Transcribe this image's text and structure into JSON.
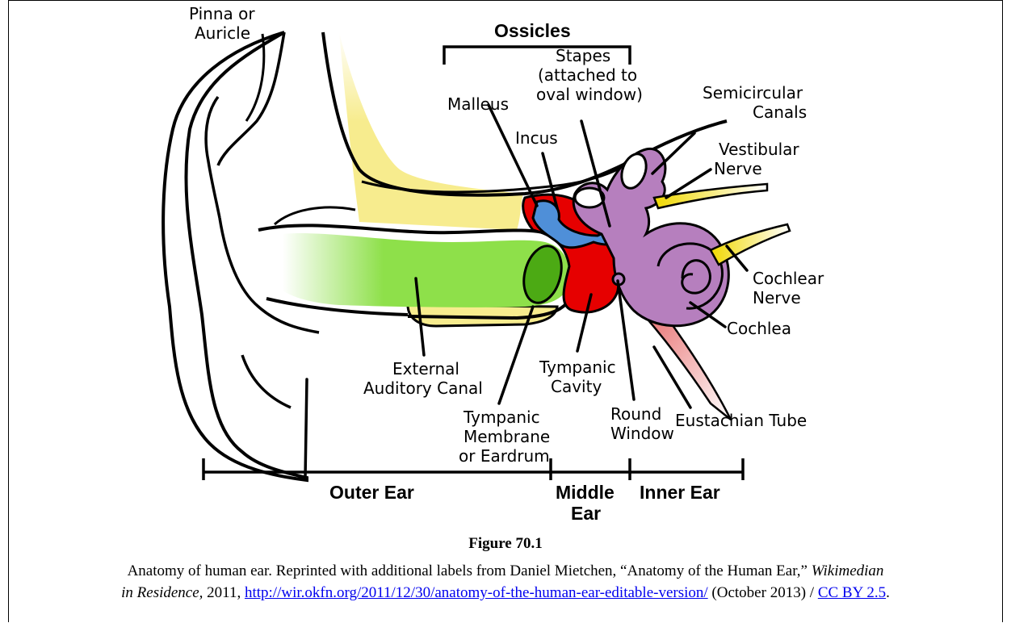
{
  "diagram": {
    "labels": {
      "pinna": [
        "Pinna or",
        "Auricle"
      ],
      "ossicles": "Ossicles",
      "stapes": [
        "Stapes",
        "(attached to",
        "oval window)"
      ],
      "malleus": "Malleus",
      "incus": "Incus",
      "semicircular": [
        "Semicircular",
        "Canals"
      ],
      "vestibular": [
        "Vestibular",
        "Nerve"
      ],
      "cochlear_nerve": [
        "Cochlear",
        "Nerve"
      ],
      "cochlea": "Cochlea",
      "external_canal": [
        "External",
        "Auditory Canal"
      ],
      "tympanic_cavity": [
        "Tympanic",
        "Cavity"
      ],
      "tympanic_membrane": [
        "Tympanic",
        "Membrane",
        "or Eardrum"
      ],
      "round_window": [
        "Round",
        "Window"
      ],
      "eustachian": "Eustachian Tube"
    },
    "regions": {
      "outer": "Outer Ear",
      "middle": [
        "Middle",
        "Ear"
      ],
      "inner": "Inner Ear"
    },
    "colors": {
      "canal": "#8ee04a",
      "eardrum": "#4caa14",
      "bone": "#f7ec8e",
      "cavity": "#e60000",
      "ossicles": "#4f8fd8",
      "inner_ear": "#b67fbe",
      "nerve": "#f0d800",
      "eustachian": "#e88a8a"
    }
  },
  "caption": {
    "figure_title": "Figure 70.1",
    "line1_a": "Anatomy of human ear.  Reprinted with additional labels from Daniel Mietchen, “Anatomy of the Human Ear,”",
    "line1_b": "Wikimedian",
    "line2_a": "in Residence,",
    "line2_b": " 2011, ",
    "link1": "http://wir.okfn.org/2011/12/30/anatomy-of-the-human-ear-editable-version/",
    "line2_c": " (October 2013) / ",
    "link2": "CC BY 2.5",
    "line2_d": "."
  }
}
